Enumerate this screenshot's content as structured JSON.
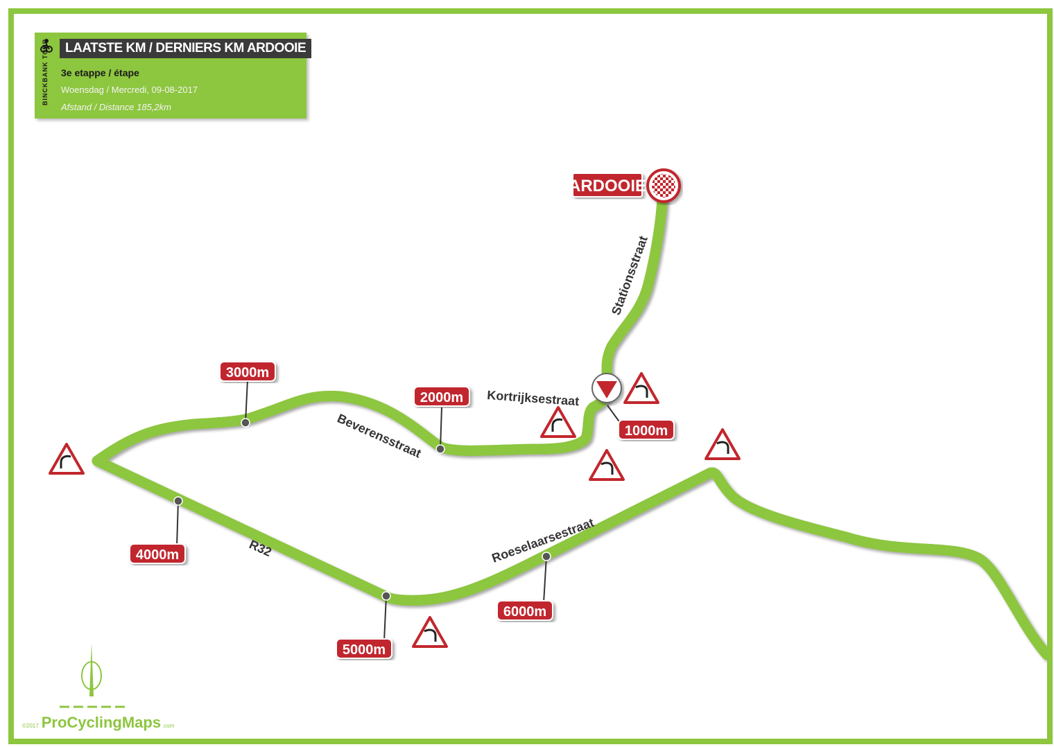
{
  "header": {
    "title": "LAATSTE KM / DERNIERS KM ARDOOIE",
    "stage": "3e etappe / étape",
    "date": "Woensdag / Mercredi, 09-08-2017",
    "distance": "Afstand / Distance 185,2km",
    "sponsor": "BINCKBANK TOUR"
  },
  "finish": {
    "label": "ARDOOIE"
  },
  "streets": {
    "stationsstraat": "Stationsstraat",
    "kortrijksestraat": "Kortrijksestraat",
    "beverensstraat": "Beverensstraat",
    "r32": "R32",
    "roeselaarsestraat": "Roeselaarsestraat"
  },
  "markers": {
    "m1000": "1000m",
    "m2000": "2000m",
    "m3000": "3000m",
    "m4000": "4000m",
    "m5000": "5000m",
    "m6000": "6000m"
  },
  "hazard_icon": "sharp-curve-warning-icon",
  "flamme_rouge_icon": "red-triangle-flag-icon",
  "colors": {
    "road": "#8dc63f",
    "road_centerline": "#ffffff",
    "marker": "#c1272d",
    "frame": "#8dc63f",
    "title_bar": "#3a3a3a"
  },
  "logo": {
    "copyright": "©2017",
    "brand": "ProCyclingMaps",
    "suffix": ".com"
  }
}
